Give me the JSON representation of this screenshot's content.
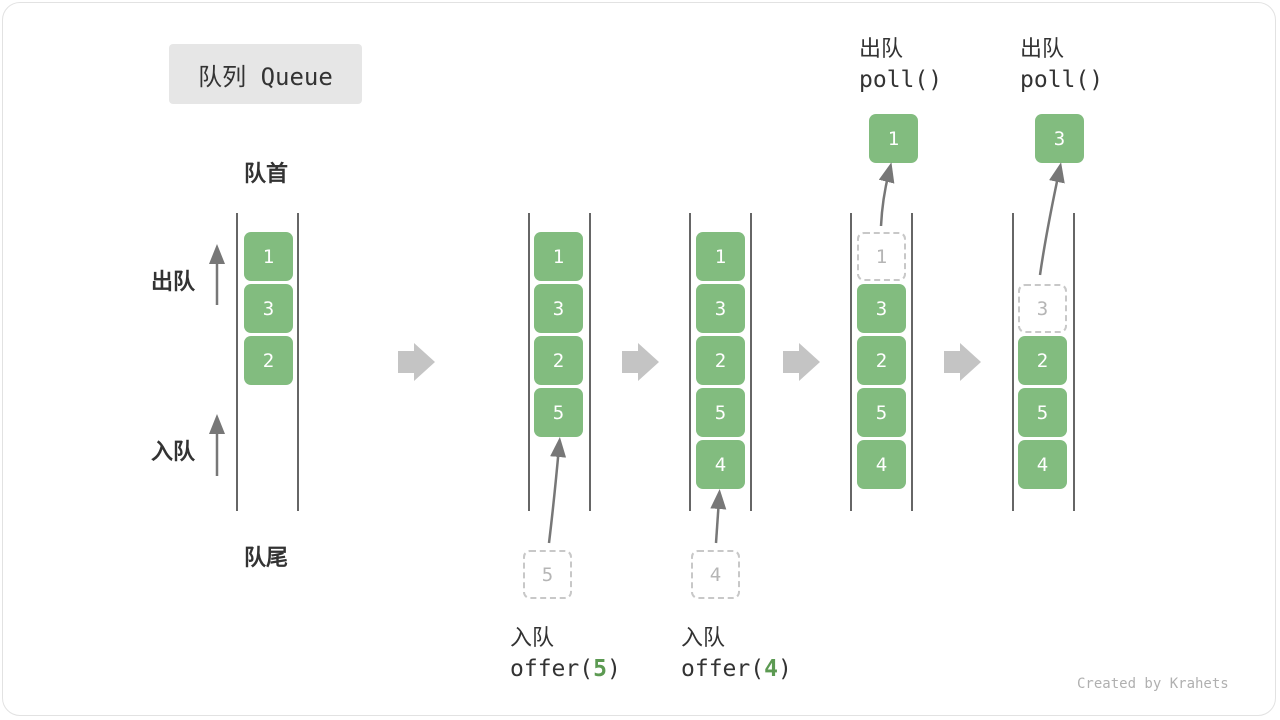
{
  "title": "队列 Queue",
  "labels": {
    "head": "队首",
    "tail": "队尾",
    "dequeue": "出队",
    "enqueue": "入队"
  },
  "stacks": [
    {
      "name": "initial",
      "items": [
        "1",
        "3",
        "2"
      ]
    },
    {
      "name": "after-offer-5",
      "items": [
        "1",
        "3",
        "2",
        "5"
      ],
      "incoming": "5"
    },
    {
      "name": "after-offer-4",
      "items": [
        "1",
        "3",
        "2",
        "5",
        "4"
      ],
      "incoming": "4"
    },
    {
      "name": "after-poll-1",
      "items": [
        "1",
        "3",
        "2",
        "5",
        "4"
      ],
      "outgoing": "1",
      "ghost": "1"
    },
    {
      "name": "after-poll-3",
      "items": [
        "3",
        "2",
        "5",
        "4"
      ],
      "outgoing": "3",
      "ghost": "3"
    }
  ],
  "operations": {
    "offer5": {
      "label": "入队",
      "call_prefix": "offer(",
      "arg": "5",
      "call_suffix": ")"
    },
    "offer4": {
      "label": "入队",
      "call_prefix": "offer(",
      "arg": "4",
      "call_suffix": ")"
    },
    "poll1": {
      "label": "出队",
      "call": "poll()"
    },
    "poll3": {
      "label": "出队",
      "call": "poll()"
    }
  },
  "colors": {
    "cell": "#82bc7f",
    "arrow": "#c4c4c4",
    "rail": "#666666",
    "accent": "#5c9a52"
  },
  "credit": "Created by Krahets"
}
